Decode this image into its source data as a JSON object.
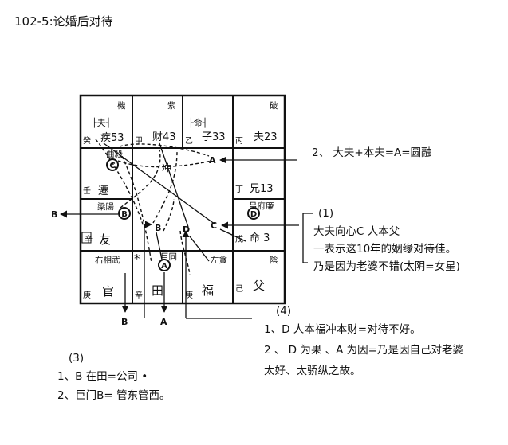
{
  "title": "102-5:论婚后对待",
  "chart": {
    "stars": {
      "ji": "機",
      "zi": "紫",
      "po": "破",
      "tai_yin": "陰",
      "ji_star": "曲殺",
      "tian_liang": "梁陽",
      "lian_fu": "吕府廉",
      "ju_shu_wu": "右相武",
      "tong": "巨同",
      "tan": "左貪"
    },
    "palaces": {
      "ji": "疾53",
      "cai": "财43",
      "zi": "子33",
      "fu": "夫23",
      "qian": "遷",
      "xiong": "兄13",
      "you": "友",
      "ming": "命 3",
      "guan": "官",
      "tian": "田",
      "fude": "福",
      "parents": "父"
    },
    "stems": {
      "wei": "癸",
      "jia": "甲",
      "yi": "乙",
      "bing": "丙",
      "ren": "壬",
      "ding": "丁",
      "xin": "辛",
      "wu": "戊",
      "geng": "庚",
      "xin2": "辛",
      "geng2": "庚",
      "ji": "己"
    },
    "tags": {
      "fu_tag": "├夫┤",
      "ming_tag": "├命┤"
    },
    "chong": "冲",
    "asterisk": "*",
    "points": {
      "A": "A",
      "B": "B",
      "C": "C",
      "D": "D"
    }
  },
  "notes": {
    "n2": "2、 大夫+本夫=A=圆融",
    "n1_head": "(1)",
    "n1_l1": "大夫向心C 人本父",
    "n1_l2": "一表示这10年的姻缘对待佳。",
    "n1_l3": "乃是因为老婆不错(太阴=女星)",
    "n4_head": "(4)",
    "n4_l1": "1、D 人本福冲本财=对待不好。",
    "n4_l2": "2 、 D 为果 、A 为因=乃是因自己对老婆",
    "n4_l3": "太好、太骄纵之故。",
    "n3_head": "(3)",
    "n3_l1": "1、B 在田=公司 •",
    "n3_l2": "2、巨门B= 管东管西。"
  }
}
